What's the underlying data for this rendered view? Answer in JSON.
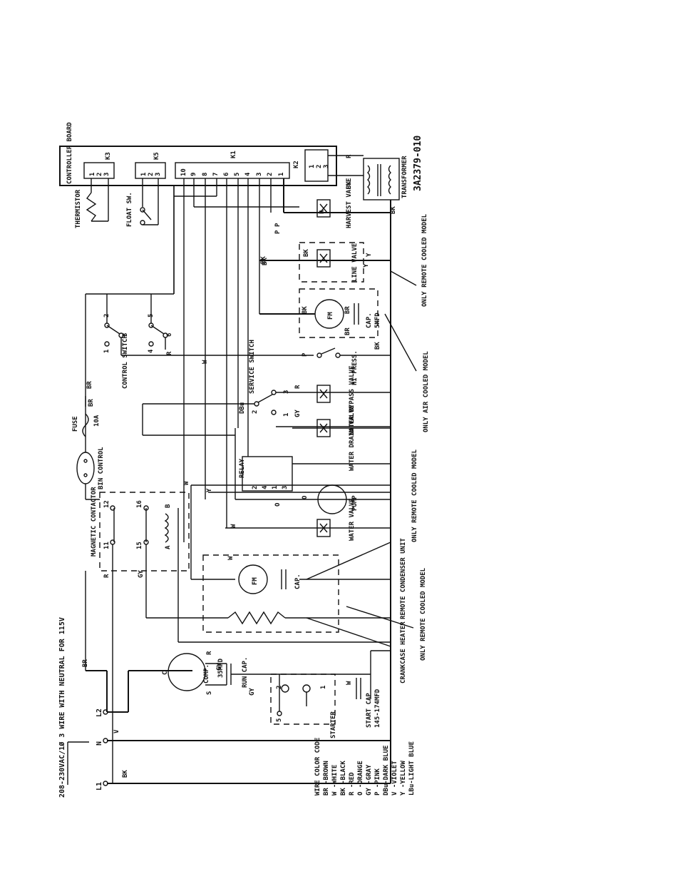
{
  "diagram": {
    "title_note": "208-230VAC/1Ø 3 WIRE WITH NEUTRAL FOR 115V",
    "drawing_number": "3A2379-010",
    "terminals": {
      "l1": "L1",
      "n": "N",
      "l2": "L2"
    },
    "wire_color_code": {
      "heading": "WIRE COLOR CODE",
      "entries": [
        "BR -BROWN",
        "W -WHITE",
        "BK -BLACK",
        "R -RED",
        "O -ORANGE",
        "GY -GRAY",
        "P -PINK",
        "DBu-DARK BLUE",
        "V -VIOLET",
        "Y -YELLOW",
        "LBu-LIGHT BLUE"
      ]
    },
    "components": {
      "controller_board": "CONTROLLER BOARD",
      "k3": "K3",
      "k5": "K5",
      "k1": "K1",
      "k2": "K2",
      "thermistor": "THERMISTOR",
      "float_sw": "FLOAT SW.",
      "transformer": "TRANSFORMER",
      "harvest_valve": "HARVEST VALVE",
      "line_valve": "LINE VALVE",
      "fan_motor": "FM",
      "cap": "CAP.",
      "cap_value": "5MFD",
      "control_switch": "CONTROL SWITCH",
      "service_switch": "SERVICE SWITCH",
      "hi_press": "HI PRESS.",
      "water_bypass_valve": "WATER BYPASS VALVE",
      "water_drain_valve": "WATER DRAIN VALVE",
      "relay": "RELAY",
      "pump": "PUMP",
      "water_valve": "WATER VALVE",
      "fuse": "FUSE",
      "fuse_rating": "10A",
      "bin_control": "BIN CONTROL",
      "magnetic_contactor": "MAGNETIC CONTACTOR",
      "compressor": "COMP.",
      "run_cap": "RUN CAP.",
      "run_cap_value": "35MFD",
      "starter": "STARTER",
      "start_cap": "START CAP",
      "start_cap_value": "145-174MFD",
      "remote_condenser_unit": "REMOTE CONDENSER UNIT",
      "crankcase_heater": "CRANKCASE HEATER"
    },
    "callouts": {
      "only_remote_1": "ONLY REMOTE COOLED MODEL",
      "only_air": "ONLY AIR COOLED MODEL",
      "only_remote_2": "ONLY REMOTE COOLED MODEL",
      "only_remote_3": "ONLY REMOTE COOLED MODEL"
    },
    "pins": {
      "k3": [
        "1",
        "2",
        "3"
      ],
      "k5": [
        "1",
        "2",
        "3"
      ],
      "k1": [
        "10",
        "9",
        "8",
        "7",
        "6",
        "5",
        "4",
        "3",
        "2",
        "1"
      ],
      "k2": [
        "1",
        "2",
        "3"
      ],
      "control_switch": [
        "2",
        "1",
        "3",
        "5",
        "4",
        "6"
      ],
      "service_switch": [
        "2",
        "3",
        "1"
      ],
      "relay": [
        "2",
        "4",
        "1",
        "3"
      ],
      "contactor": [
        "11",
        "12",
        "15",
        "16",
        "A",
        "B"
      ],
      "compressor": [
        "C",
        "R",
        "S"
      ],
      "starter": [
        "5",
        "2",
        "1"
      ]
    },
    "wire_labels": [
      "R",
      "BK",
      "BK",
      "BK",
      "P",
      "GY",
      "DBu",
      "BR",
      "GY",
      "R",
      "W",
      "W",
      "BK",
      "BR",
      "Y",
      "V",
      "W",
      "R",
      "BK",
      "R",
      "O",
      "P",
      "Y",
      "W",
      "BR",
      "BR",
      "BR",
      "GY",
      "GY",
      "BK",
      "BK",
      "R",
      "O",
      "Y",
      "W",
      "P",
      "BK"
    ]
  }
}
